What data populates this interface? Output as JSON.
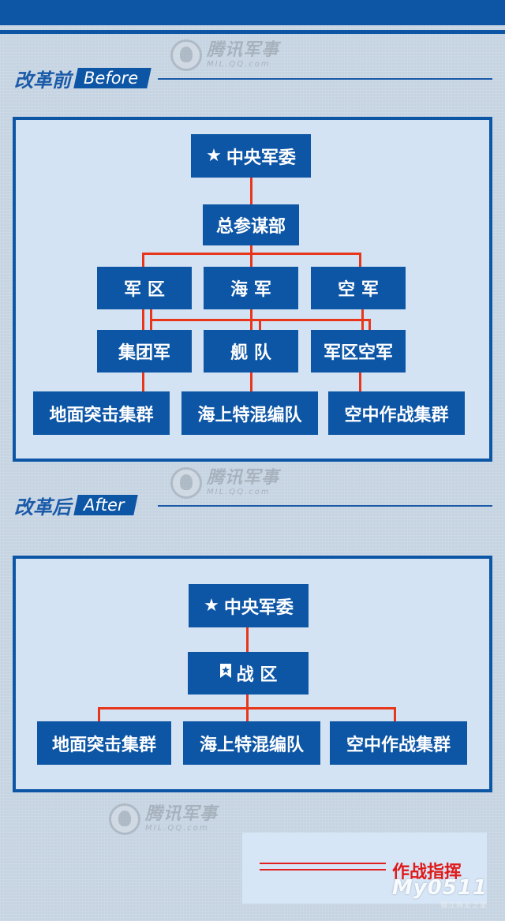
{
  "watermark": {
    "cn": "腾讯军事",
    "en": "MIL.QQ.com"
  },
  "before": {
    "heading_cn": "改革前",
    "heading_en": "Before",
    "top": "中央军委",
    "top_icon": "star-icon",
    "level2": "总参谋部",
    "services": [
      "军 区",
      "海 军",
      "空 军"
    ],
    "commands": [
      "集团军",
      "舰 队",
      "军区空军"
    ],
    "groups": [
      "地面突击集群",
      "海上特混编队",
      "空中作战集群"
    ]
  },
  "after": {
    "heading_cn": "改革后",
    "heading_en": "After",
    "top": "中央军委",
    "top_icon": "star-icon",
    "level2": "战 区",
    "level2_icon": "bookmark-star-icon",
    "groups": [
      "地面突击集群",
      "海上特混编队",
      "空中作战集群"
    ]
  },
  "legend": {
    "label": "作战指挥",
    "line_color": "#e02020"
  },
  "corner_mark": {
    "big": "My0511",
    "small": "镇江网友之家"
  },
  "colors": {
    "box": "#0d56a6",
    "connector": "#e8361a",
    "panel": "#d3e3f3"
  }
}
